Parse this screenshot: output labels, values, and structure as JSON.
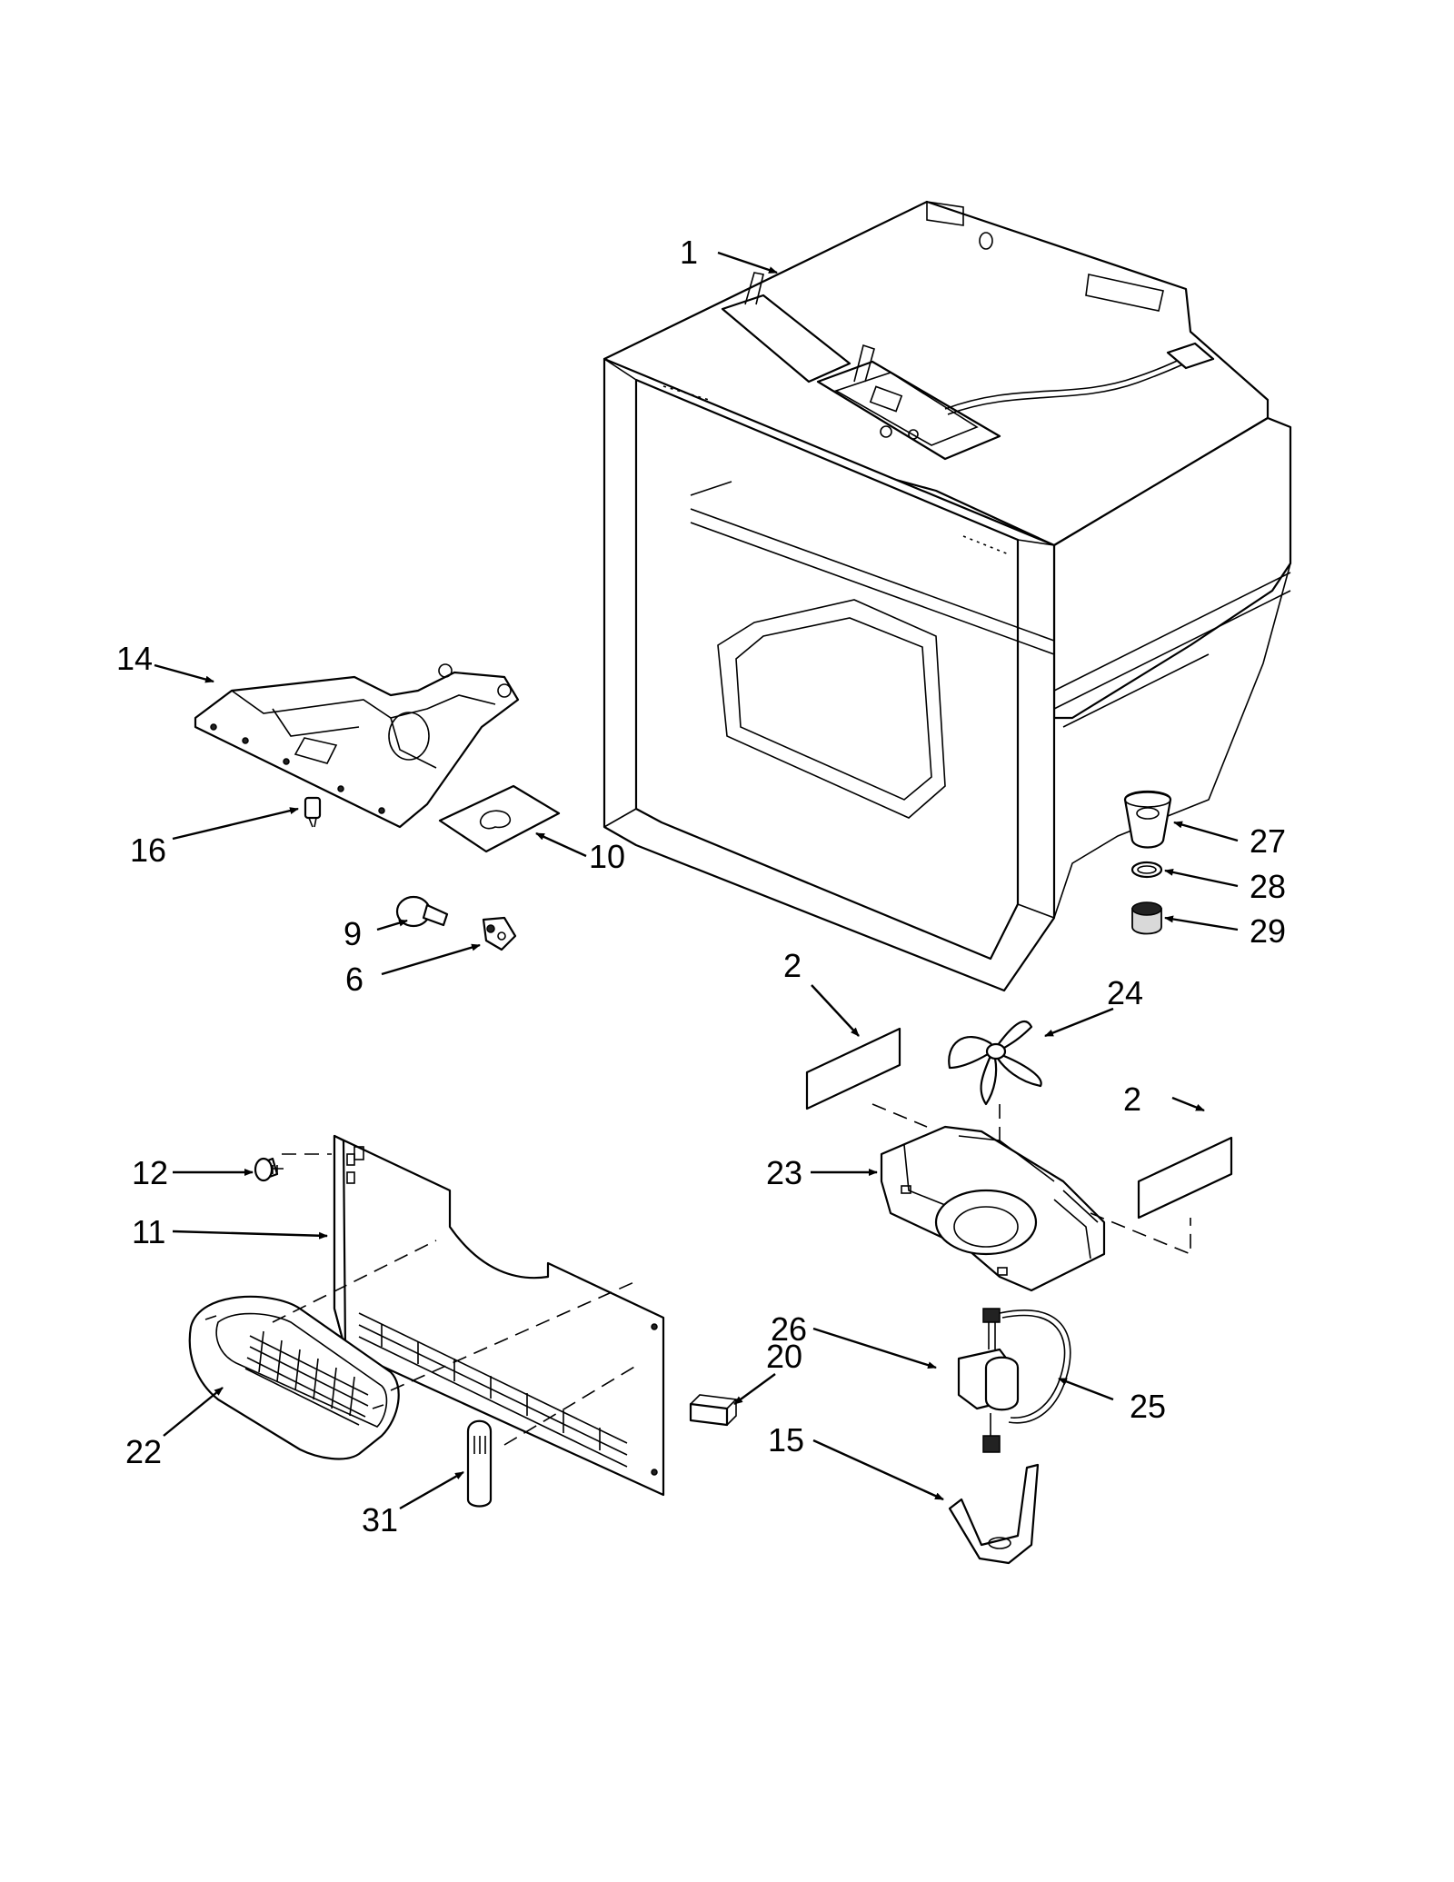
{
  "diagram": {
    "callouts": [
      {
        "id": "c1",
        "label": "1"
      },
      {
        "id": "c2a",
        "label": "2"
      },
      {
        "id": "c2b",
        "label": "2"
      },
      {
        "id": "c6",
        "label": "6"
      },
      {
        "id": "c9",
        "label": "9"
      },
      {
        "id": "c10",
        "label": "10"
      },
      {
        "id": "c11",
        "label": "11"
      },
      {
        "id": "c12",
        "label": "12"
      },
      {
        "id": "c14",
        "label": "14"
      },
      {
        "id": "c15",
        "label": "15"
      },
      {
        "id": "c16",
        "label": "16"
      },
      {
        "id": "c20",
        "label": "20"
      },
      {
        "id": "c22",
        "label": "22"
      },
      {
        "id": "c23",
        "label": "23"
      },
      {
        "id": "c24",
        "label": "24"
      },
      {
        "id": "c25",
        "label": "25"
      },
      {
        "id": "c26",
        "label": "26"
      },
      {
        "id": "c27",
        "label": "27"
      },
      {
        "id": "c28",
        "label": "28"
      },
      {
        "id": "c29",
        "label": "29"
      },
      {
        "id": "c31",
        "label": "31"
      }
    ]
  }
}
